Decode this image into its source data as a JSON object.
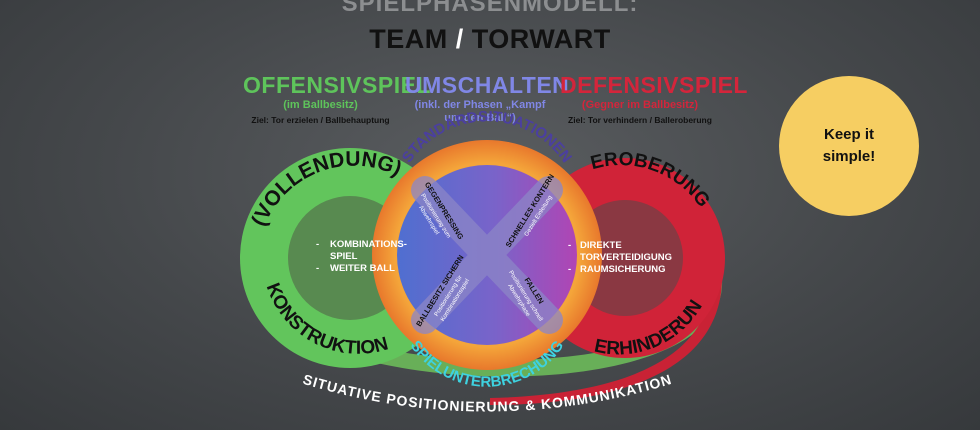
{
  "header": {
    "title_top": "SPIELPHASENMODELL:",
    "title_part1": "TEAM",
    "title_slash": "/",
    "title_part2": "TORWART"
  },
  "columns": {
    "offensiv": {
      "heading": "OFFENSIVSPIEL",
      "sub": "(im Ballbesitz)",
      "goal": "Ziel: Tor erzielen / Ballbehauptung"
    },
    "umschalten": {
      "heading": "UMSCHALTEN",
      "sub1": "(inkl. der Phasen „Kampf",
      "sub2": "um den Ball“)"
    },
    "defensiv": {
      "heading": "DEFENSIVSPIEL",
      "sub": "(Gegner im Ballbesitz)",
      "goal": "Ziel: Tor verhindern / Balleroberung"
    }
  },
  "diagram": {
    "left_ring": {
      "top": "(VOLLENDUNG)",
      "bottom": "KONSTRUKTION",
      "items": [
        "KOMBINATIONS-",
        "SPIEL",
        "WEITER BALL"
      ]
    },
    "right_ring": {
      "top": "EROBERUNG",
      "bottom": "VERHINDERUNG",
      "items": [
        "DIREKTE",
        "TORVERTEIDIGUNG",
        "RAUMSICHERUNG"
      ]
    },
    "center_ring": {
      "top": "STANDARDSITUATIONEN",
      "bottom": "SPIELUNTERBRECHUNG"
    },
    "quadrants": {
      "tl": {
        "title": "GEGENPRESSING",
        "sub1": "Positionierung zum",
        "sub2": "Abwehrspiel"
      },
      "tr": {
        "title": "SCHNELLES KONTERN",
        "sub1": "Gezielt Einleitung",
        "sub2": ""
      },
      "bl": {
        "title": "BALLBESITZ SICHERN",
        "sub1": "Positionierung für",
        "sub2": "Kombinationsspiel"
      },
      "br": {
        "title": "FALLEN",
        "sub1": "Positionierung schnell",
        "sub2": "Abwehrphase"
      }
    },
    "outer_arc": "SITUATIVE POSITIONIERUNG & KOMMUNIKATION"
  },
  "badge": {
    "line1": "Keep it",
    "line2": "simple!"
  },
  "colors": {
    "background": "#4a4d50",
    "green": "#5ec45b",
    "red": "#d4253b",
    "blue": "#8087e6",
    "orange": "#f29a2e",
    "yellow_badge": "#f6ce62"
  }
}
